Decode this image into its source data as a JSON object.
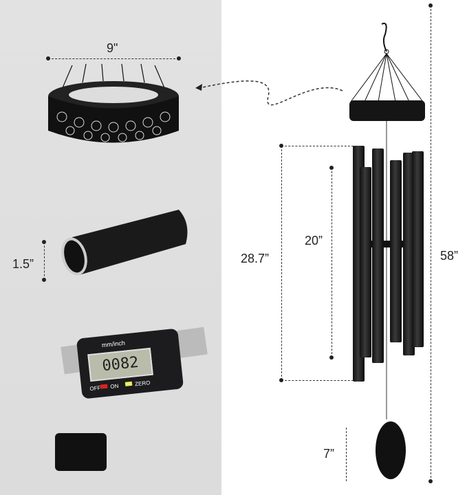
{
  "dimensions": {
    "ring_diameter": "9\"",
    "tube_diameter": "1.5”",
    "shortest_tube": "20”",
    "longest_tube": "28.7”",
    "total_length": "58”",
    "sail_length": "7”"
  },
  "caliper": {
    "unit_label": "mm/inch",
    "reading": "0082",
    "off_label": "OFF",
    "on_label": "ON",
    "zero_label": "ZERO"
  },
  "colors": {
    "left_panel": "#dedede",
    "metal": "#111111",
    "lcd": "#b9bcaa"
  }
}
